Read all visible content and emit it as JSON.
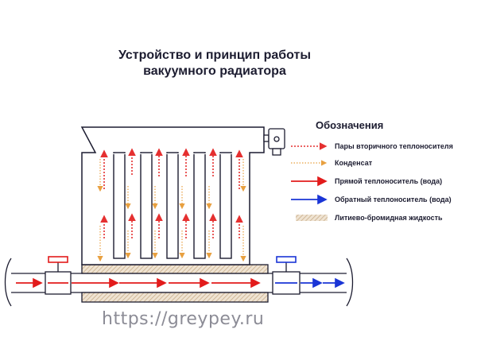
{
  "title": {
    "line1": "Устройство и принцип работы",
    "line2": "вакуумного радиатора"
  },
  "legend": {
    "title": "Обозначения",
    "items": [
      {
        "label": "Пары вторичного теплоносителя",
        "kind": "dotted-red-arrow",
        "color": "#e53030"
      },
      {
        "label": "Конденсат",
        "kind": "dotted-orange-arrow",
        "color": "#e8a040"
      },
      {
        "label": "Прямой теплоноситель (вода)",
        "kind": "solid-red-arrow",
        "color": "#e21b1b"
      },
      {
        "label": "Обратный теплоноситель (вода)",
        "kind": "solid-blue-arrow",
        "color": "#1a35d6"
      },
      {
        "label": "Литиево-бромидная жидкость",
        "kind": "hatched-swatch",
        "color": "#d9c4a8"
      }
    ]
  },
  "watermark": "https://greypey.ru",
  "colors": {
    "outline": "#1c1c30",
    "vapor": "#e53030",
    "condensate": "#e8a040",
    "supply": "#e21b1b",
    "return": "#1a35d6",
    "liquid": "#d9c4a8"
  }
}
